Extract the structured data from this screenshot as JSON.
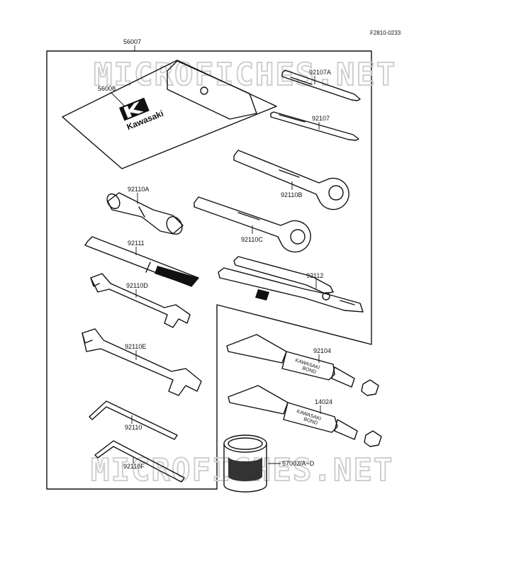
{
  "diagram_code": "F2810-0233",
  "watermark": "MICROFICHES.NET",
  "labels": {
    "kit": "56007",
    "pouch": "56008",
    "pouch_brand": "Kawasaki",
    "screwdriver_a": "92107A",
    "screwdriver": "92107",
    "ring_wrench_b": "92110B",
    "ring_wrench_c": "92110C",
    "plug_wrench": "92110A",
    "handle": "92111",
    "pliers": "92112",
    "wrench_d": "92110D",
    "wrench_e": "92110E",
    "hex_key": "92110",
    "hex_key_f": "92110F",
    "bond_1": "92104",
    "bond_2": "14024",
    "grease": "57002/A~D"
  },
  "tube_print": {
    "line1": "KAWASAKI",
    "line2": "BOND"
  }
}
